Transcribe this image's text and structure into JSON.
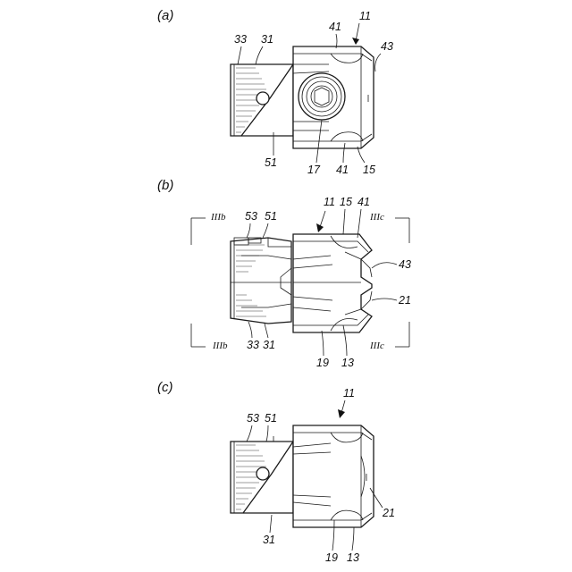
{
  "panels": {
    "a": {
      "label": "(a)",
      "refs": {
        "r11": "11",
        "r41_top": "41",
        "r43": "43",
        "r33": "33",
        "r31": "31",
        "r51": "51",
        "r17": "17",
        "r41_bot": "41",
        "r15": "15"
      }
    },
    "b": {
      "label": "(b)",
      "refs": {
        "r11": "11",
        "r15": "15",
        "r41": "41",
        "r43": "43",
        "r21": "21",
        "r53": "53",
        "r51": "51",
        "r33": "33",
        "r31": "31",
        "r19": "19",
        "r13": "13"
      },
      "sections": {
        "left_top": "IIIb",
        "left_bot": "IIIb",
        "right_top": "IIIc",
        "right_bot": "IIIc"
      }
    },
    "c": {
      "label": "(c)",
      "refs": {
        "r11": "11",
        "r53": "53",
        "r51": "51",
        "r21": "21",
        "r31": "31",
        "r19": "19",
        "r13": "13"
      }
    }
  }
}
